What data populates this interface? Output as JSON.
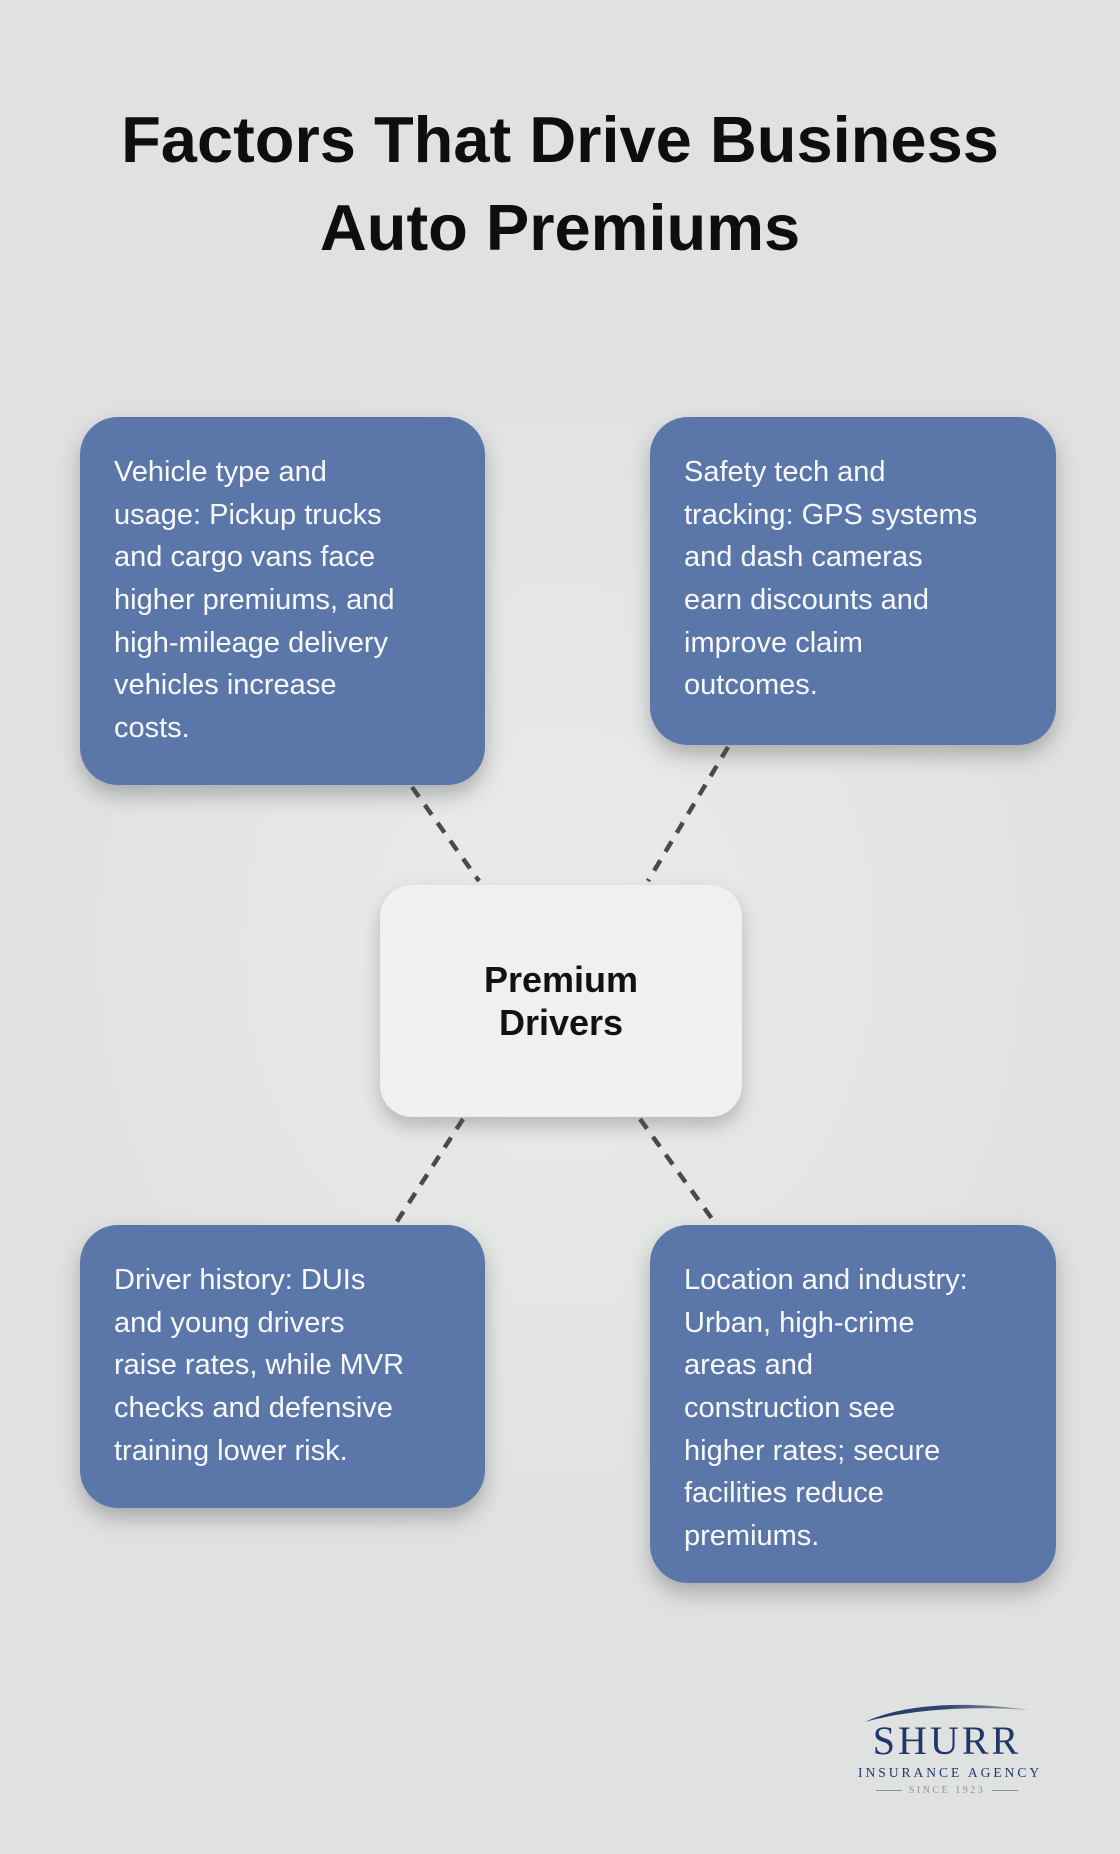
{
  "title": "Factors That Drive Business Auto Premiums",
  "center": {
    "label": "Premium Drivers"
  },
  "factors": [
    {
      "name": "vehicle-type-and-usage",
      "text": "Vehicle type and\nusage: Pickup trucks\nand cargo vans face\nhigher premiums, and\nhigh-mileage delivery\nvehicles increase\ncosts."
    },
    {
      "name": "safety-tech-and-tracking",
      "text": "Safety tech and\ntracking: GPS systems\nand dash cameras\nearn discounts and\nimprove claim\noutcomes."
    },
    {
      "name": "driver-history",
      "text": "Driver history: DUIs\nand young drivers\nraise rates, while MVR\nchecks and defensive\ntraining lower risk."
    },
    {
      "name": "location-and-industry",
      "text": "Location and industry:\nUrban, high-crime\nareas and\nconstruction see\nhigher rates; secure\nfacilities reduce\npremiums."
    }
  ],
  "logo": {
    "name": "SHURR",
    "subtitle": "INSURANCE AGENCY",
    "tagline": "SINCE 1923"
  },
  "colors": {
    "background": "#e0e1e1",
    "factor_box": "#5b77aa",
    "factor_text": "#f7f9fb",
    "center_box": "#eef0f1",
    "center_text": "#121212",
    "connector": "#4a4a4a",
    "title_text": "#0e0e0e",
    "logo_navy": "#20376b",
    "logo_gray": "#8e9296"
  }
}
